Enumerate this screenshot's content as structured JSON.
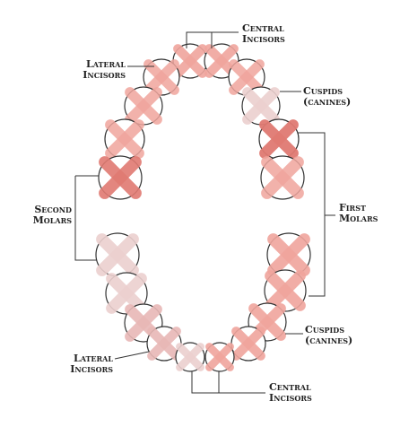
{
  "labels": {
    "upper_central": [
      "Central",
      "Incisors"
    ],
    "upper_lateral": [
      "Lateral",
      "Incisors"
    ],
    "upper_cuspids": [
      "Cuspids",
      "(canines)"
    ],
    "second_molars": [
      "Second",
      "Molars"
    ],
    "first_molars": [
      "First",
      "Molars"
    ],
    "lower_cuspids": [
      "Cuspids",
      "(canines)"
    ],
    "lower_lateral": [
      "Lateral",
      "Incisors"
    ],
    "lower_central": [
      "Central",
      "Incisors"
    ]
  },
  "colors": {
    "outline": "#333333",
    "mark_light": "#e8b8b6",
    "mark_medium": "#f0a59d",
    "mark_dark": "#e07a72",
    "mark_pale": "#ecd0cf"
  }
}
